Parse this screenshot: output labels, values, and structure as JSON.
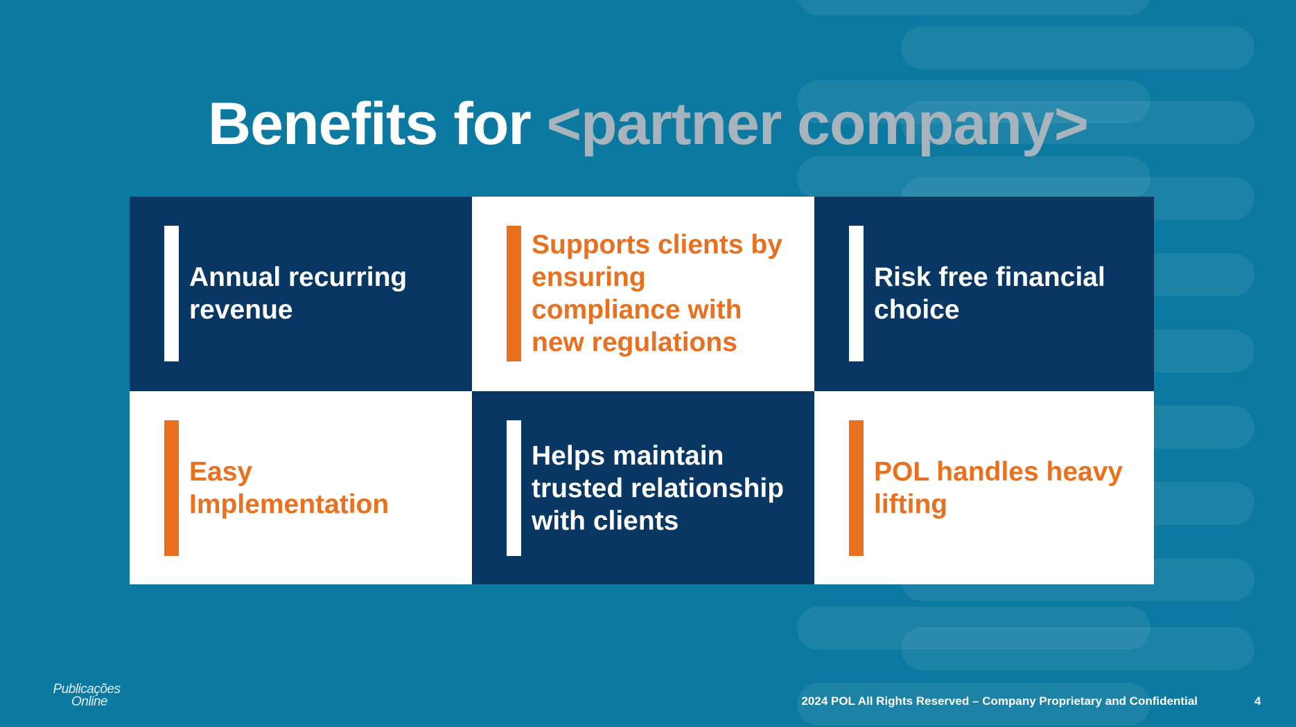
{
  "slide": {
    "title_main": "Benefits for ",
    "title_accent": "<partner company>",
    "cells": [
      {
        "text": "Annual recurring revenue",
        "style": "dark"
      },
      {
        "text": "Supports clients by ensuring compliance with new regulations",
        "style": "light"
      },
      {
        "text": "Risk free financial choice",
        "style": "dark"
      },
      {
        "text": "Easy Implementation",
        "style": "light"
      },
      {
        "text": "Helps maintain trusted relationship with clients",
        "style": "dark"
      },
      {
        "text": "POL handles heavy lifting",
        "style": "light"
      }
    ],
    "logo_line1": "Publicações",
    "logo_line2": "Online",
    "footer": "2024 POL All Rights Reserved – Company Proprietary and Confidential",
    "page_number": "4"
  },
  "colors": {
    "background": "#0c7aa0",
    "dark_cell": "#083764",
    "light_cell": "#ffffff",
    "accent_orange": "#e8701f",
    "title_accent": "#a7b3bd"
  }
}
